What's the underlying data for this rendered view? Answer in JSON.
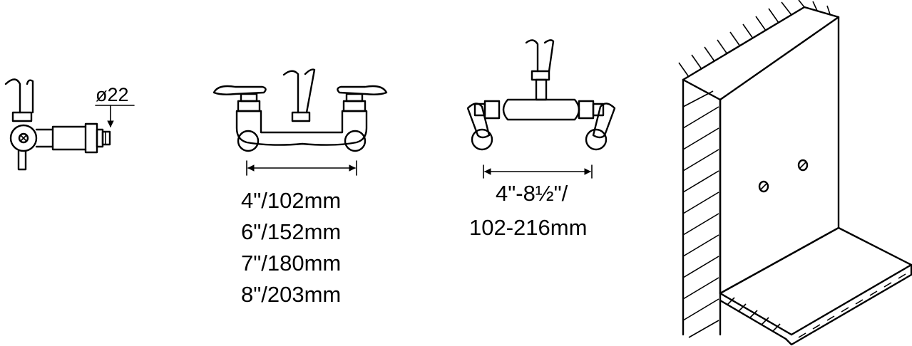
{
  "side_view": {
    "diameter_label": "ø22"
  },
  "front_view_fixed": {
    "dimensions": [
      "4\"/102mm",
      "6\"/152mm",
      "7\"/180mm",
      "8\"/203mm"
    ]
  },
  "front_view_adjustable": {
    "dimensions": [
      "4\"-8½\"/",
      "102-216mm"
    ]
  }
}
